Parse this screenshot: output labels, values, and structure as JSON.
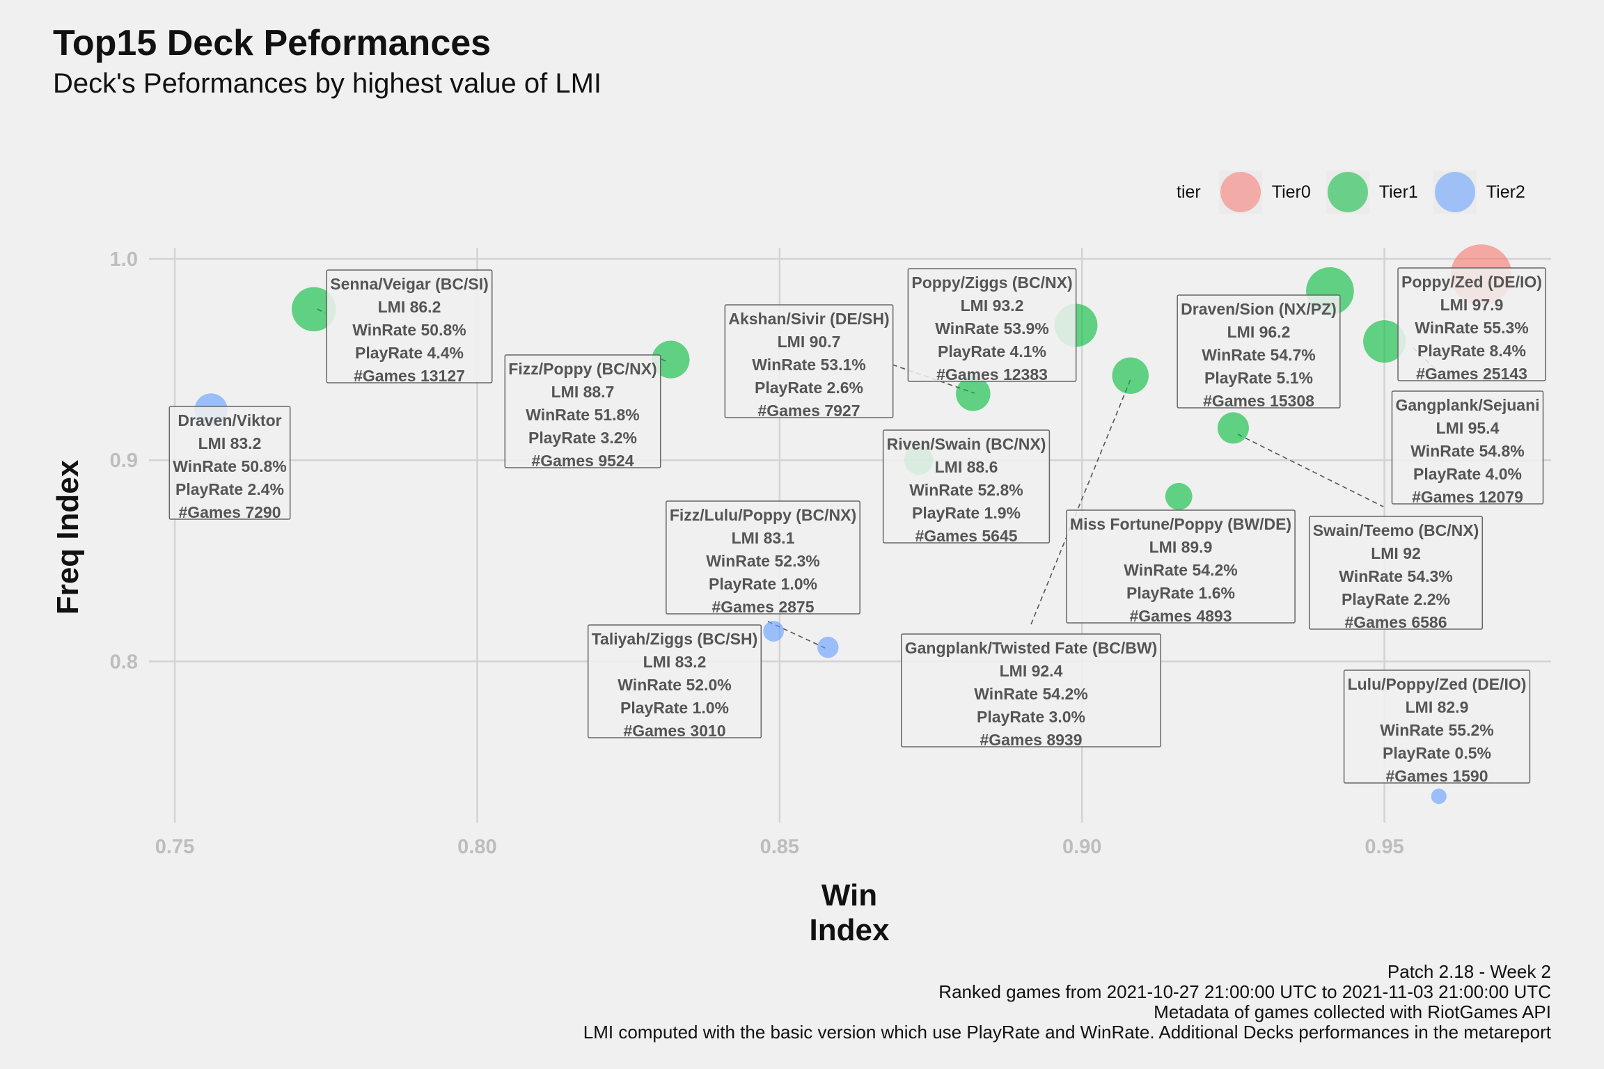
{
  "title": "Top15 Deck Peformances",
  "subtitle": "Deck's Peformances by highest value of LMI",
  "legend": {
    "title": "tier",
    "items": [
      {
        "label": "Tier0",
        "color": "#f8766d"
      },
      {
        "label": "Tier1",
        "color": "#00ba38"
      },
      {
        "label": "Tier2",
        "color": "#619cff"
      }
    ]
  },
  "caption": [
    "Patch 2.18 - Week 2",
    "Ranked games from 2021-10-27 21:00:00 UTC to 2021-11-03 21:00:00 UTC",
    "Metadata of games collected with RiotGames API",
    "LMI computed with the basic version which use PlayRate and WinRate. Additional Decks performances in the metareport"
  ],
  "chart_data": {
    "type": "scatter",
    "xlabel": "Win Index",
    "ylabel": "Freq Index",
    "xlim": [
      0.75,
      0.975
    ],
    "ylim": [
      0.73,
      1.0
    ],
    "xticks": [
      0.75,
      0.8,
      0.85,
      0.9,
      0.95
    ],
    "xtick_labels": [
      "0.75",
      "0.80",
      "0.85",
      "0.90",
      "0.95"
    ],
    "yticks": [
      0.8,
      0.9,
      1.0
    ],
    "ytick_labels": [
      "0.8",
      "0.9",
      "1.0"
    ],
    "grid": true,
    "legend_position": "top-right",
    "size_variable": "#Games",
    "points": [
      {
        "deck": "Poppy/Zed (DE/IO)",
        "tier": "Tier0",
        "x": 0.966,
        "y": 0.992,
        "lmi": "97.9",
        "winrate": "55.3%",
        "playrate": "8.4%",
        "games": "25143"
      },
      {
        "deck": "Draven/Sion (NX/PZ)",
        "tier": "Tier1",
        "x": 0.941,
        "y": 0.984,
        "lmi": "96.2",
        "winrate": "54.7%",
        "playrate": "5.1%",
        "games": "15308"
      },
      {
        "deck": "Gangplank/Sejuani",
        "tier": "Tier1",
        "x": 0.95,
        "y": 0.959,
        "lmi": "95.4",
        "winrate": "54.8%",
        "playrate": "4.0%",
        "games": "12079"
      },
      {
        "deck": "Poppy/Ziggs (BC/NX)",
        "tier": "Tier1",
        "x": 0.899,
        "y": 0.967,
        "lmi": "93.2",
        "winrate": "53.9%",
        "playrate": "4.1%",
        "games": "12383"
      },
      {
        "deck": "Gangplank/Twisted Fate (BC/BW)",
        "tier": "Tier1",
        "x": 0.908,
        "y": 0.942,
        "lmi": "92.4",
        "winrate": "54.2%",
        "playrate": "3.0%",
        "games": "8939"
      },
      {
        "deck": "Swain/Teemo (BC/NX)",
        "tier": "Tier1",
        "x": 0.925,
        "y": 0.916,
        "lmi": "92",
        "winrate": "54.3%",
        "playrate": "2.2%",
        "games": "6586"
      },
      {
        "deck": "Akshan/Sivir (DE/SH)",
        "tier": "Tier1",
        "x": 0.882,
        "y": 0.933,
        "lmi": "90.7",
        "winrate": "53.1%",
        "playrate": "2.6%",
        "games": "7927"
      },
      {
        "deck": "Miss Fortune/Poppy (BW/DE)",
        "tier": "Tier1",
        "x": 0.916,
        "y": 0.882,
        "lmi": "89.9",
        "winrate": "54.2%",
        "playrate": "1.6%",
        "games": "4893"
      },
      {
        "deck": "Fizz/Poppy (BC/NX)",
        "tier": "Tier1",
        "x": 0.832,
        "y": 0.95,
        "lmi": "88.7",
        "winrate": "51.8%",
        "playrate": "3.2%",
        "games": "9524"
      },
      {
        "deck": "Riven/Swain (BC/NX)",
        "tier": "Tier1",
        "x": 0.873,
        "y": 0.9,
        "lmi": "88.6",
        "winrate": "52.8%",
        "playrate": "1.9%",
        "games": "5645"
      },
      {
        "deck": "Senna/Veigar (BC/SI)",
        "tier": "Tier1",
        "x": 0.773,
        "y": 0.975,
        "lmi": "86.2",
        "winrate": "50.8%",
        "playrate": "4.4%",
        "games": "13127"
      },
      {
        "deck": "Draven/Viktor",
        "tier": "Tier2",
        "x": 0.756,
        "y": 0.925,
        "lmi": "83.2",
        "winrate": "50.8%",
        "playrate": "2.4%",
        "games": "7290"
      },
      {
        "deck": "Taliyah/Ziggs (BC/SH)",
        "tier": "Tier2",
        "x": 0.858,
        "y": 0.807,
        "lmi": "83.2",
        "winrate": "52.0%",
        "playrate": "1.0%",
        "games": "3010"
      },
      {
        "deck": "Fizz/Lulu/Poppy (BC/NX)",
        "tier": "Tier2",
        "x": 0.849,
        "y": 0.815,
        "lmi": "83.1",
        "winrate": "52.3%",
        "playrate": "1.0%",
        "games": "2875"
      },
      {
        "deck": "Lulu/Poppy/Zed (DE/IO)",
        "tier": "Tier2",
        "x": 0.959,
        "y": 0.733,
        "lmi": "82.9",
        "winrate": "55.2%",
        "playrate": "0.5%",
        "games": "1590"
      }
    ]
  }
}
